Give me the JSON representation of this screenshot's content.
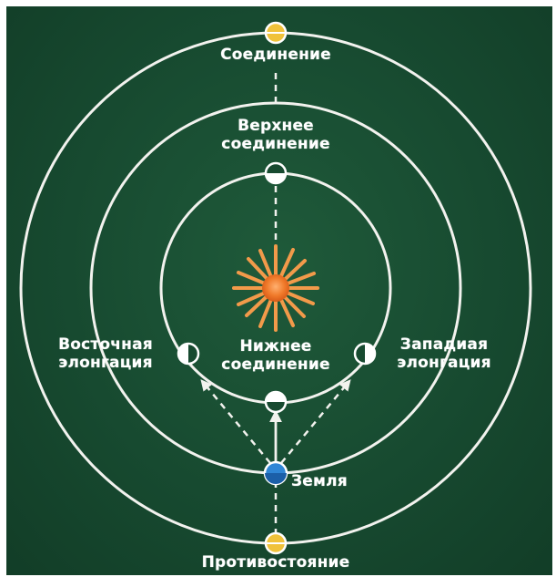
{
  "labels": {
    "conjunction": "Соединение",
    "superior_conjunction_line1": "Верхнее",
    "superior_conjunction_line2": "соединение",
    "inferior_conjunction_line1": "Нижнее",
    "inferior_conjunction_line2": "соединение",
    "eastern_elongation_line1": "Восточная",
    "eastern_elongation_line2": "элонгация",
    "western_elongation_line1": "Западиая",
    "western_elongation_line2": "элонгация",
    "earth": "Земля",
    "opposition": "Противостояние"
  },
  "colors": {
    "background": "#174a30",
    "orbit": "#f2f2ee",
    "sun": "#f07a2a",
    "sun_rays": "#f29a4a",
    "earth": "#2f86d6",
    "outer_planet": "#f0c23a",
    "inner_planet": "#ffffff",
    "planet_outline": "#ffffff"
  },
  "icons": {
    "sun": "sun-icon",
    "earth": "earth-planet-icon",
    "outer_planet": "outer-planet-icon",
    "inner_planet": "inner-planet-icon"
  }
}
